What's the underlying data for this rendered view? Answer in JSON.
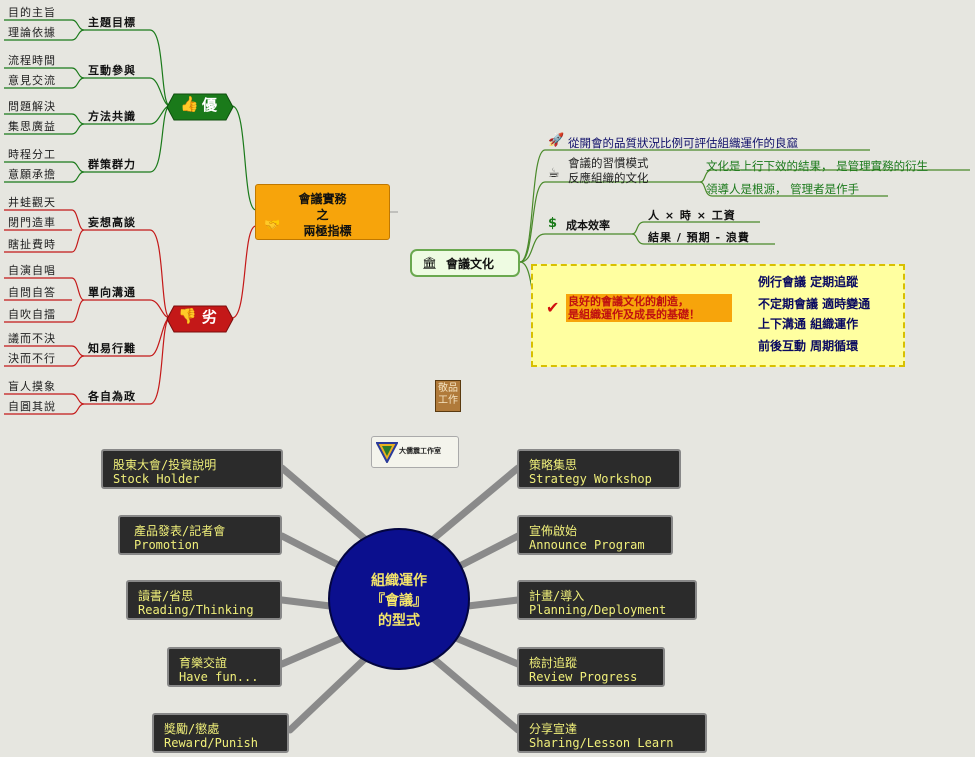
{
  "core": {
    "line1": "會議實務",
    "line2": "之",
    "line3": "兩極指標"
  },
  "pros": {
    "label": "優",
    "groups": [
      {
        "title": "主題目標",
        "leaves": [
          "目的主旨",
          "理論依據"
        ]
      },
      {
        "title": "互動參與",
        "leaves": [
          "流程時間",
          "意見交流"
        ]
      },
      {
        "title": "方法共識",
        "leaves": [
          "問題解決",
          "集思廣益"
        ]
      },
      {
        "title": "群策群力",
        "leaves": [
          "時程分工",
          "意願承擔"
        ]
      }
    ]
  },
  "cons": {
    "label": "劣",
    "groups": [
      {
        "title": "妄想高談",
        "leaves": [
          "井蛙觀天",
          "閉門造車",
          "瞎扯費時"
        ]
      },
      {
        "title": "單向溝通",
        "leaves": [
          "自演自唱",
          "自問自答",
          "自吹自擂"
        ]
      },
      {
        "title": "知易行難",
        "leaves": [
          "議而不決",
          "決而不行"
        ]
      },
      {
        "title": "各自為政",
        "leaves": [
          "盲人摸象",
          "自圓其說"
        ]
      }
    ]
  },
  "culture": {
    "label": "會議文化",
    "quality": "從開會的品質狀況比例可評估組織運作的良窳",
    "habit_line1": "會議的習慣模式",
    "habit_line2": "反應組織的文化",
    "habit_sub": [
      "文化是上行下效的結果， 是管理實務的衍生",
      "領導人是根源， 管理者是作手"
    ],
    "cost_label": "成本效率",
    "cost_sub": [
      "人 × 時 × 工資",
      "結果 / 預期 - 浪費"
    ],
    "good_line1": "良好的會議文化的創造，",
    "good_line2": "是組織運作及成長的基礎！",
    "good_sub": [
      "例行會議 定期追蹤",
      "不定期會議 適時變通",
      "上下溝通 組織運作",
      "前後互動 周期循環"
    ]
  },
  "stamp": "敬品工作",
  "logo_text": "大儒震工作室",
  "hub": {
    "line1": "組織運作",
    "line2": "『會議』",
    "line3": "的型式"
  },
  "forms_left": [
    {
      "zh": "股東大會/投資說明",
      "en": "Stock Holder"
    },
    {
      "zh": "產品發表/記者會",
      "en": "Promotion"
    },
    {
      "zh": "讀書/省思",
      "en": "Reading/Thinking"
    },
    {
      "zh": "育樂交誼",
      "en": "Have fun..."
    },
    {
      "zh": "獎勵/懲處",
      "en": "Reward/Punish"
    }
  ],
  "forms_right": [
    {
      "zh": "策略集思",
      "en": "Strategy Workshop"
    },
    {
      "zh": "宣佈啟始",
      "en": "Announce Program"
    },
    {
      "zh": "計畫/導入",
      "en": "Planning/Deployment"
    },
    {
      "zh": "檢討追蹤",
      "en": "Review Progress"
    },
    {
      "zh": "分享宣達",
      "en": "Sharing/Lesson Learn"
    }
  ],
  "colors": {
    "pro": "#1a7a1a",
    "con": "#c41818",
    "core": "#f7a40b",
    "culture_line": "#6aa84f",
    "hub": "#0b0f8e"
  }
}
